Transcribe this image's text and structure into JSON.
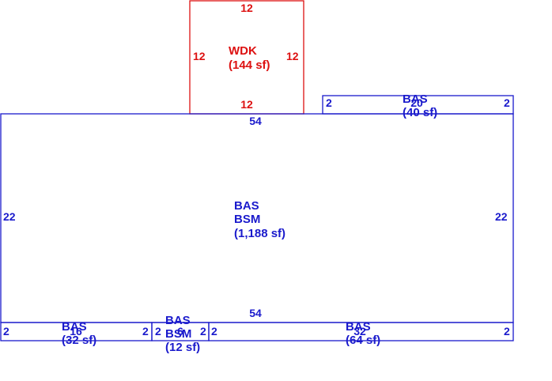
{
  "areas": [
    {
      "id": "wdk",
      "color": "#dd1111",
      "lines": [
        "WDK",
        "(144 sf)"
      ],
      "dims": {
        "top": "12",
        "bottom": "12",
        "left": "12",
        "right": "12"
      }
    },
    {
      "id": "main",
      "color": "#1a1acc",
      "lines": [
        "BAS",
        "BSM",
        "(1,188 sf)"
      ],
      "dims": {
        "top": "54",
        "bottom": "54",
        "left": "22",
        "right": "22"
      }
    },
    {
      "id": "top-right-bump",
      "color": "#1a1acc",
      "lines": [
        "BAS",
        "(40 sf)"
      ],
      "dims": {
        "top": "20",
        "left": "2",
        "right": "2"
      }
    },
    {
      "id": "bottom-left-bump",
      "color": "#1a1acc",
      "lines": [
        "BAS",
        "(32 sf)"
      ],
      "dims": {
        "top": "16",
        "left": "2",
        "right": "2"
      }
    },
    {
      "id": "bottom-mid-bump",
      "color": "#1a1acc",
      "lines": [
        "BAS",
        "BSM",
        "(12 sf)"
      ],
      "dims": {
        "top": "6",
        "left": "2",
        "right": "2"
      }
    },
    {
      "id": "bottom-right-bump",
      "color": "#1a1acc",
      "lines": [
        "BAS",
        "(64 sf)"
      ],
      "dims": {
        "top": "32",
        "left": "2",
        "right": "2"
      }
    }
  ]
}
